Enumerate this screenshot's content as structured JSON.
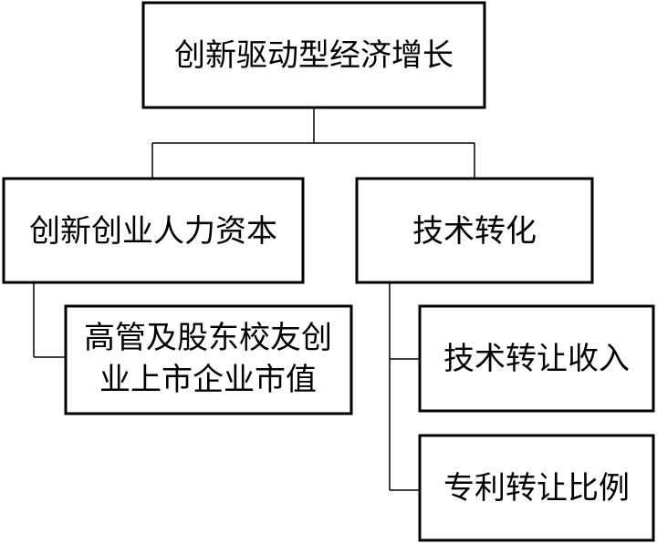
{
  "diagram": {
    "root": {
      "label": "创新驱动型经济增长"
    },
    "left": {
      "label": "创新创业人力资本",
      "children": [
        {
          "line1": "高管及股东校友创",
          "line2": "业上市企业市值"
        }
      ]
    },
    "right": {
      "label": "技术转化",
      "children": [
        {
          "label": "技术转让收入"
        },
        {
          "label": "专利转让比例"
        }
      ]
    }
  }
}
